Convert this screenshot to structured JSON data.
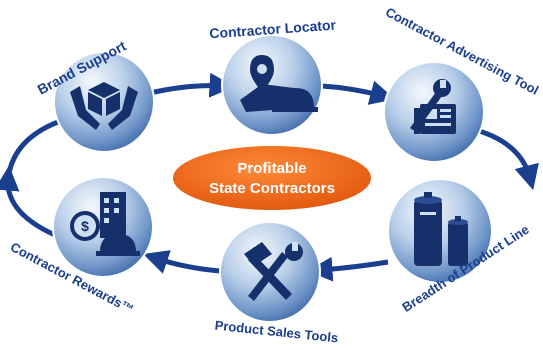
{
  "center": {
    "line1": "Profitable",
    "line2": "State Contractors"
  },
  "nodes": [
    {
      "label": "Brand Support",
      "icon": "hands-box-icon"
    },
    {
      "label": "Contractor Locator",
      "icon": "map-pin-hardhat-icon"
    },
    {
      "label": "Contractor Advertising Tool",
      "icon": "wrench-newspaper-icon"
    },
    {
      "label": "Breadth of Product Line",
      "icon": "water-heaters-icon"
    },
    {
      "label": "Product Sales Tools",
      "icon": "hammer-wrench-icon"
    },
    {
      "label": "Contractor Rewards™",
      "icon": "coin-building-hardhat-icon"
    }
  ],
  "colors": {
    "ring": "#1b3f8f",
    "label": "#1b3f8f",
    "center_fill": "#f26a1b",
    "icon": "#16306b"
  }
}
